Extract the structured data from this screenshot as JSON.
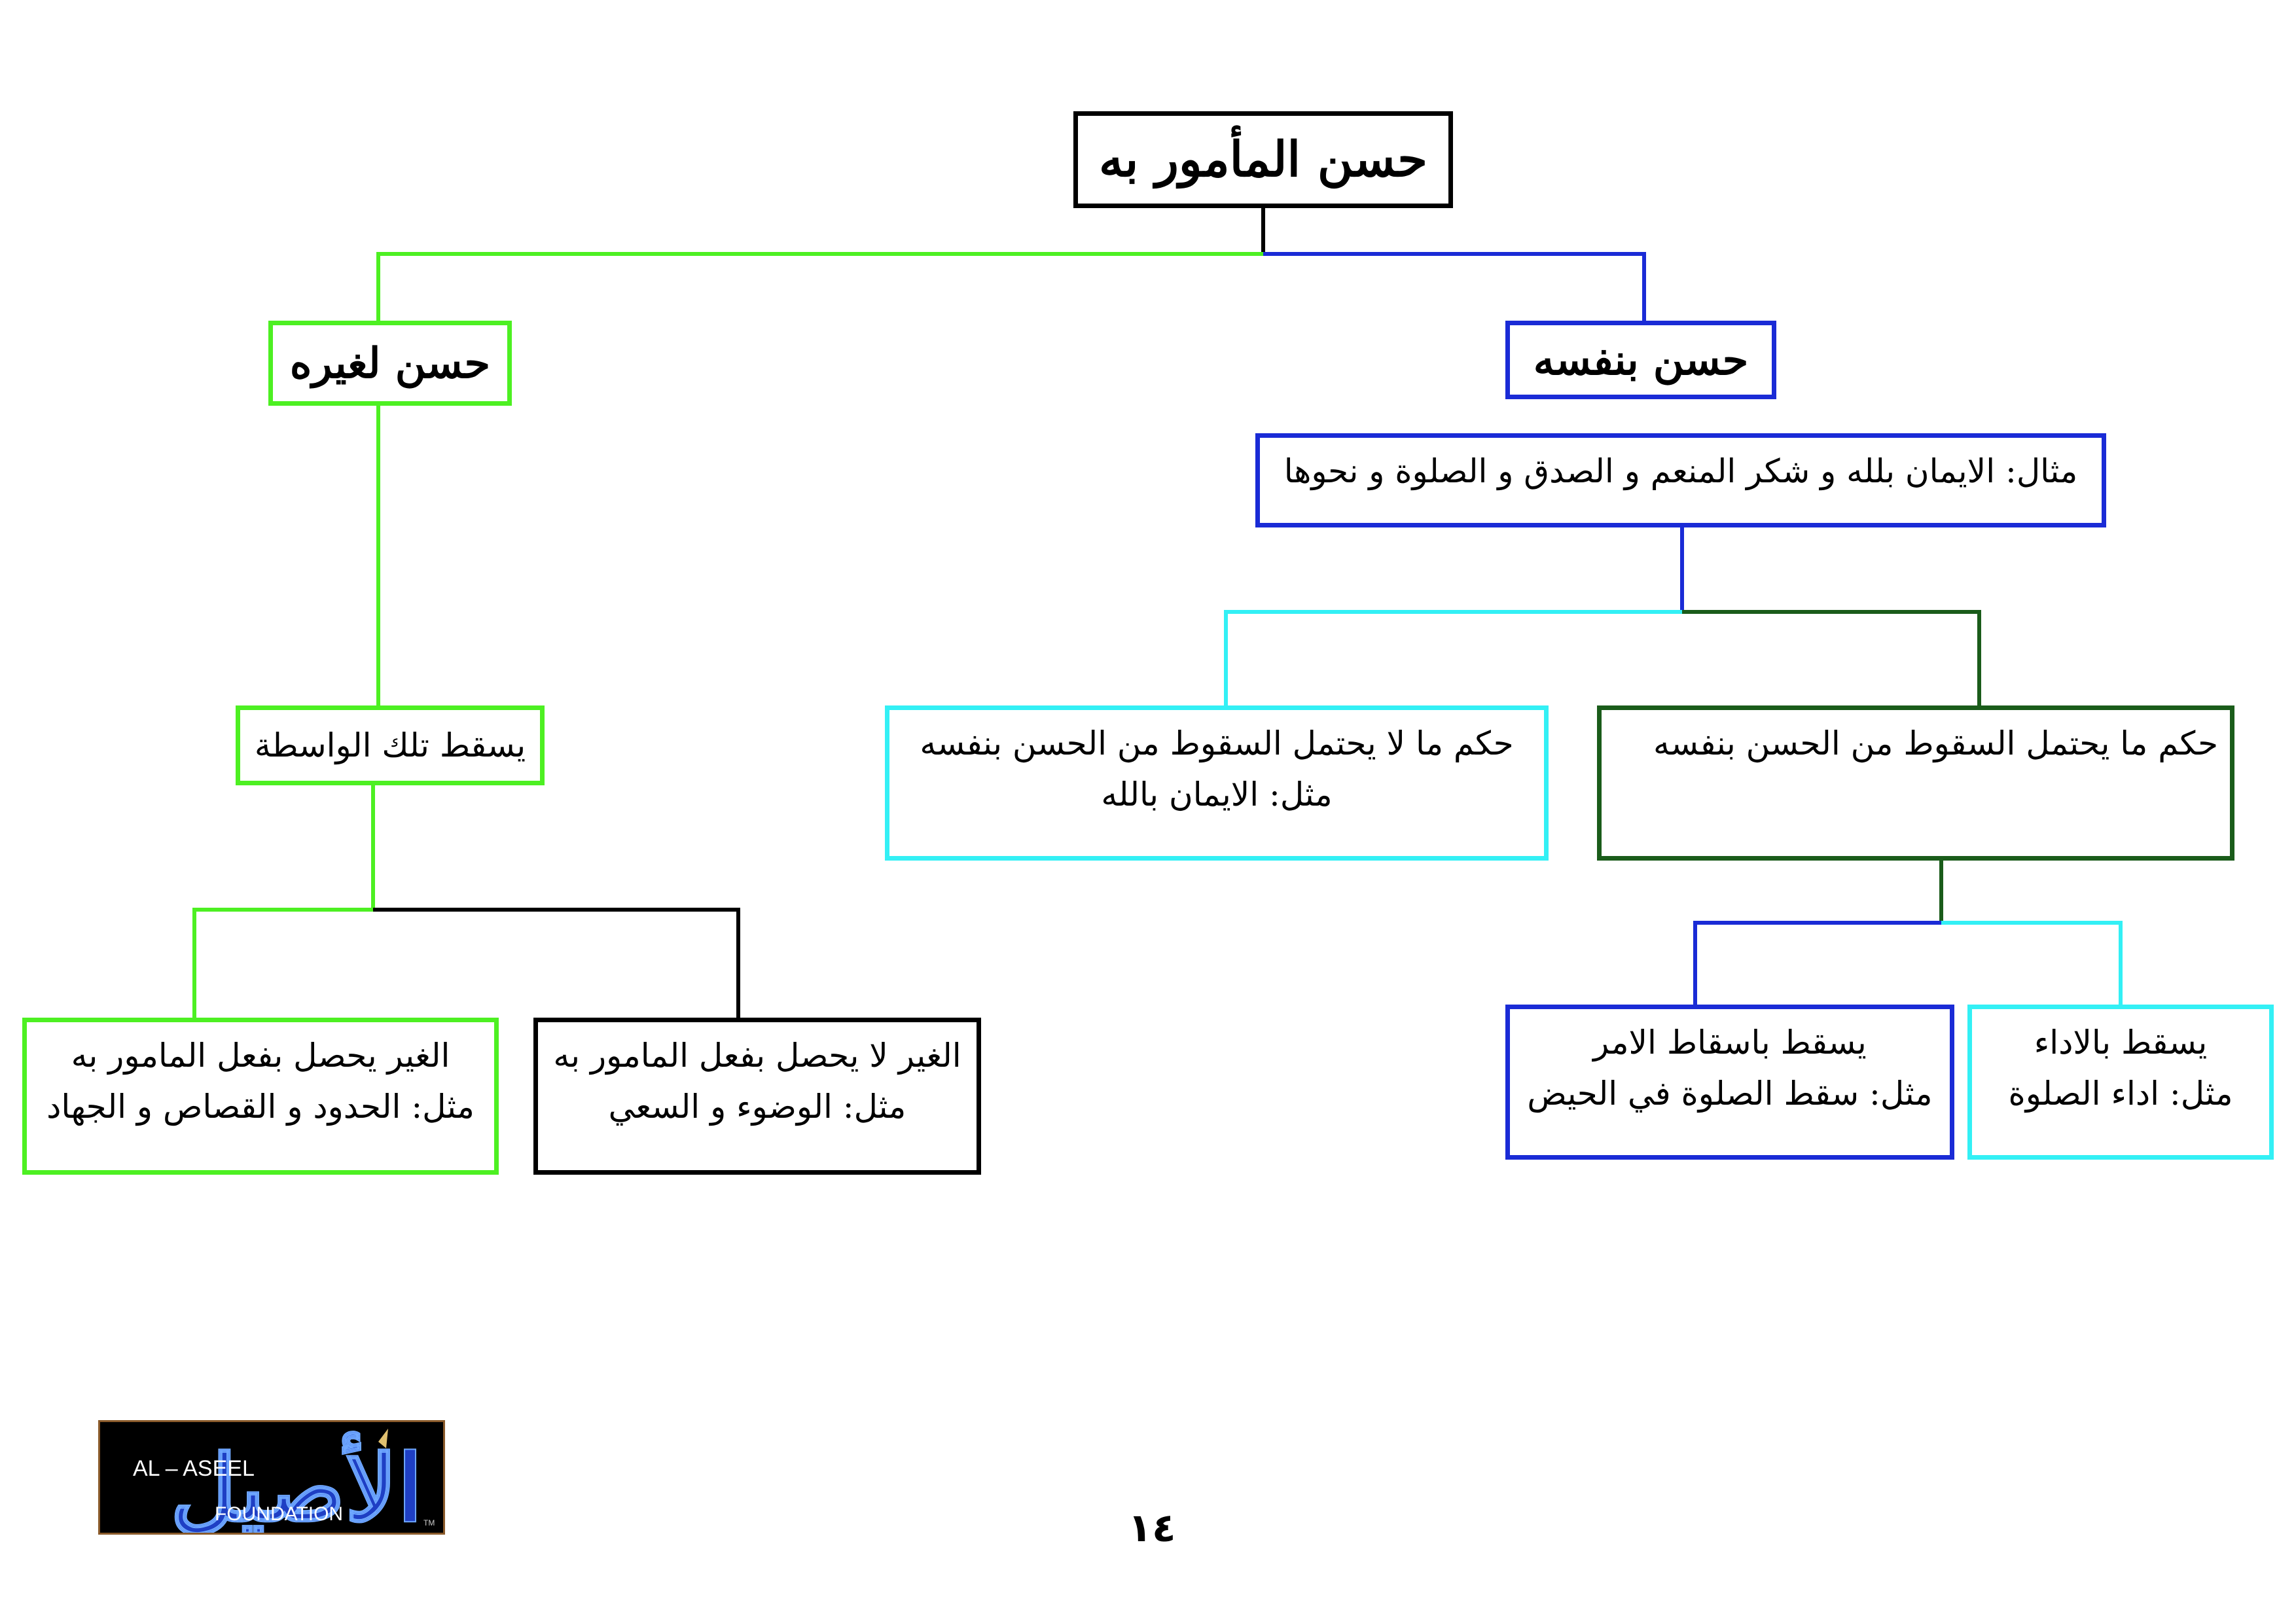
{
  "root": {
    "label": "حسن المأمور به"
  },
  "right_branch": {
    "label": "حسن بنفسه",
    "example": "مثال: الايمان بلله و شكر المنعم و الصدق و الصلوة و نحوها",
    "can_fall": {
      "line1": "حكم ما يحتمل السقوط من الحسن بنفسه",
      "children": [
        {
          "line1": "يسقط بالاداء",
          "line2": "مثل: اداء الصلوة"
        },
        {
          "line1": "يسقط باسقاط الامر",
          "line2": "مثل: سقط الصلوة في الحيض"
        }
      ]
    },
    "cannot_fall": {
      "line1": "حكم ما لا يحتمل السقوط من الحسن بنفسه",
      "line2": "مثل: الايمان بالله"
    }
  },
  "left_branch": {
    "label": "حسن لغيره",
    "falls": "يسقط تلك الواسطة",
    "children": [
      {
        "line1": "الغير لا يحصل بفعل المامور به",
        "line2": "مثل: الوضوء و السعي"
      },
      {
        "line1": "الغير يحصل بفعل المامور به",
        "line2": "مثل: الحدود و القصاص و الجهاد"
      }
    ]
  },
  "logo": {
    "line_top": "AL – ASEEL",
    "line_bottom": "FOUNDATION",
    "arabic": "الأصيل",
    "tm": "TM"
  },
  "page_number": "١٤",
  "colors": {
    "black": "#000000",
    "green": "#4df022",
    "blue": "#1a2bd6",
    "cyan": "#33f0f5",
    "dark_green": "#1a5c1a"
  }
}
